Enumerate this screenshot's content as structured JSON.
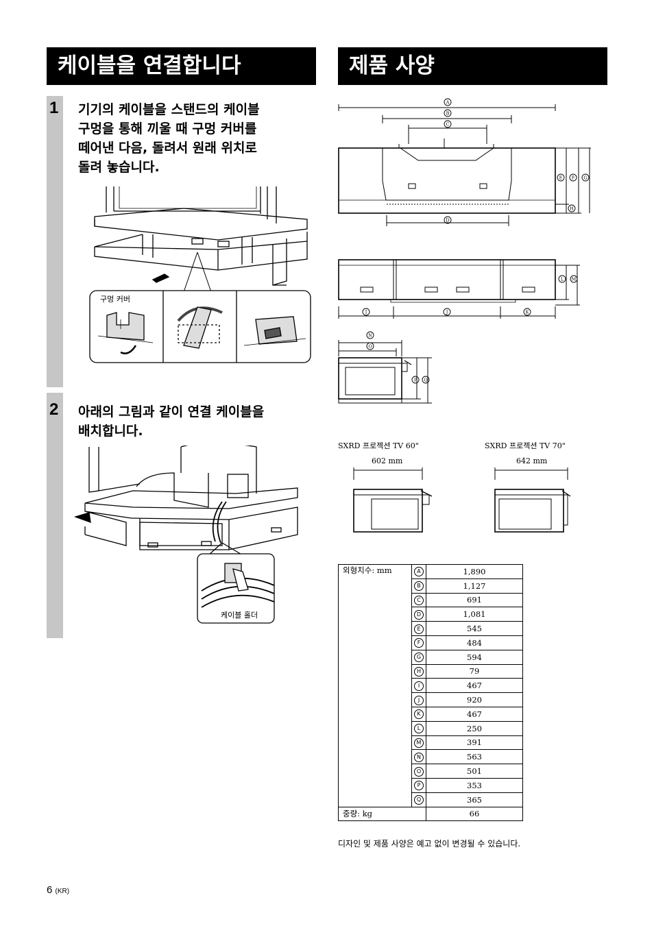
{
  "left_section": {
    "title": "케이블을 연결합니다",
    "steps": [
      {
        "number": "1",
        "text": "기기의 케이블을 스탠드의 케이블\n구멍을 통해 끼울 때 구멍 커버를\n떼어낸 다음, 돌려서 원래 위치로\n돌려 놓습니다."
      },
      {
        "number": "2",
        "text": "아래의 그림과 같이 연결 케이블을\n배치합니다."
      }
    ],
    "hole_cover_label": "구멍 커버",
    "cable_holder_label": "케이블 홀더"
  },
  "right_section": {
    "title": "제품 사양",
    "dim_keys": [
      "A",
      "B",
      "C",
      "D",
      "E",
      "F",
      "G",
      "H",
      "I",
      "J",
      "K",
      "L",
      "M",
      "N",
      "O",
      "P",
      "Q"
    ],
    "model_60": {
      "label": "SXRD 프로젝션 TV 60\"",
      "width": "602 mm"
    },
    "model_70": {
      "label": "SXRD 프로젝션 TV 70\"",
      "width": "642 mm"
    },
    "spec_table": {
      "dimensions_label": "외형치수: mm",
      "rows": [
        {
          "key": "A",
          "value": "1,890"
        },
        {
          "key": "B",
          "value": "1,127"
        },
        {
          "key": "C",
          "value": "691"
        },
        {
          "key": "D",
          "value": "1,081"
        },
        {
          "key": "E",
          "value": "545"
        },
        {
          "key": "F",
          "value": "484"
        },
        {
          "key": "G",
          "value": "594"
        },
        {
          "key": "H",
          "value": "79"
        },
        {
          "key": "I",
          "value": "467"
        },
        {
          "key": "J",
          "value": "920"
        },
        {
          "key": "K",
          "value": "467"
        },
        {
          "key": "L",
          "value": "250"
        },
        {
          "key": "M",
          "value": "391"
        },
        {
          "key": "N",
          "value": "563"
        },
        {
          "key": "O",
          "value": "501"
        },
        {
          "key": "P",
          "value": "353"
        },
        {
          "key": "Q",
          "value": "365"
        }
      ],
      "weight_label": "중량: kg",
      "weight_value": "66"
    },
    "note": "디자인 및 제품 사양은 예고 없이 변경될 수 있습니다."
  },
  "footer": {
    "page_number": "6",
    "page_suffix": "(KR)"
  }
}
